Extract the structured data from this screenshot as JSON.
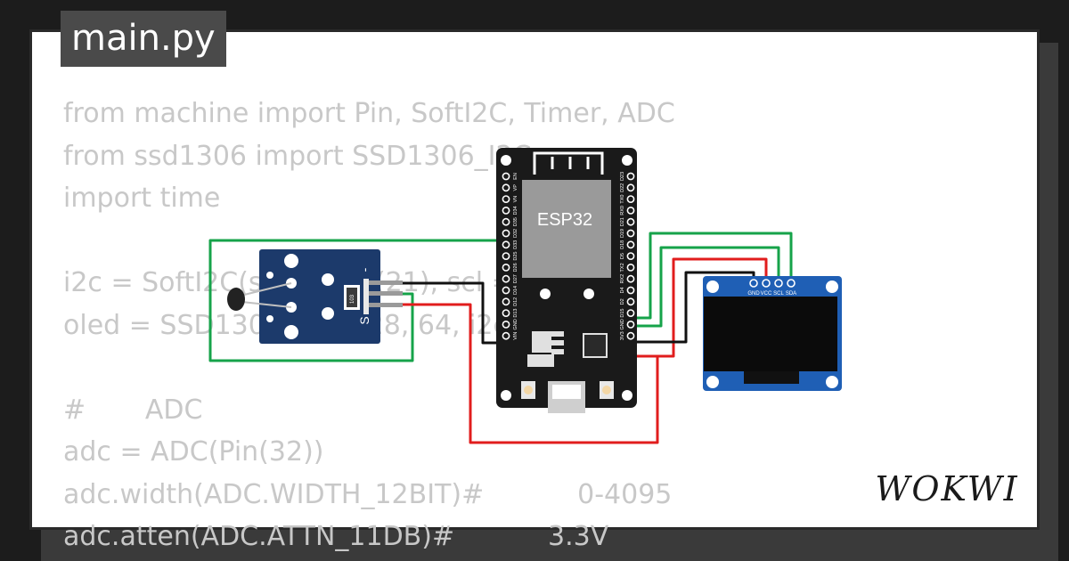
{
  "file_tab": {
    "label": "main.py"
  },
  "code_lines": [
    "from machine import Pin, SoftI2C, Timer, ADC",
    "from ssd1306 import SSD1306_I2C",
    "import time",
    "",
    "i2c = SoftI2C(sda = Pin(21), scl = Pin(22))",
    "oled = SSD1306_I2C(128, 64, i2c)",
    "",
    "#       ADC",
    "adc = ADC(Pin(32))",
    "adc.width(ADC.WIDTH_12BIT)#           0-4095",
    "adc.atten(ADC.ATTN_11DB)#           3.3V"
  ],
  "esp32": {
    "label": "ESP32",
    "left_pins": [
      "EN",
      "VP",
      "VN",
      "D34",
      "D35",
      "D32",
      "D33",
      "D25",
      "D26",
      "D27",
      "D14",
      "D12",
      "D13",
      "GND",
      "VIN"
    ],
    "right_pins": [
      "D23",
      "D22",
      "TX0",
      "RX0",
      "D21",
      "D19",
      "D18",
      "D5",
      "TX2",
      "RX2",
      "D4",
      "D2",
      "D15",
      "GND",
      "3V3"
    ]
  },
  "oled": {
    "pins": [
      "GND",
      "VCC",
      "SCL",
      "SDA"
    ]
  },
  "sensor": {
    "minus_label": "-",
    "signal_label": "S",
    "resistor_label": "103"
  },
  "brand": {
    "logo_text": "WOKWI"
  },
  "colors": {
    "wire_green": "#16a34a",
    "wire_red": "#e11d1d",
    "wire_black": "#111111",
    "oled_board": "#1f5fb5",
    "esp_board": "#1a1a1a",
    "sensor_board": "#1c3a6b"
  }
}
